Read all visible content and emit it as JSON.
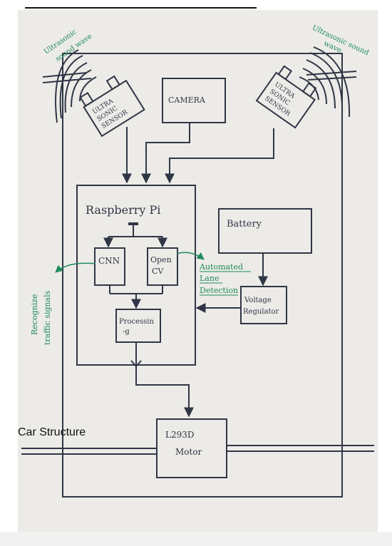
{
  "diagram": {
    "ultrasonic_wave_left": [
      "Ultrasonic",
      "sound wave"
    ],
    "ultrasonic_wave_right": [
      "Ultrasonic sound",
      "wave"
    ],
    "sensor_left": [
      "ULTRA",
      "SONIC",
      "SENSOR"
    ],
    "sensor_right": [
      "ULTRA",
      "SONIC",
      "SENSOR"
    ],
    "camera": "CAMERA",
    "raspberry_pi": "Raspberry Pi",
    "cnn": "CNN",
    "opencv": [
      "Open",
      "CV"
    ],
    "processing": [
      "Processin",
      "-g"
    ],
    "battery": "Battery",
    "voltage_regulator": [
      "Voltage",
      "Regulator"
    ],
    "lane_detection": [
      "Automated",
      "Lane",
      "Detection"
    ],
    "traffic_signals": [
      "Recognize",
      "traffic signals"
    ],
    "motor": [
      "L293D",
      "Motor"
    ],
    "car_structure": "Car Structure"
  },
  "colors": {
    "ink": "#2f3645",
    "green_ink": "#1e8b5a",
    "paper": "#ecebe7"
  }
}
